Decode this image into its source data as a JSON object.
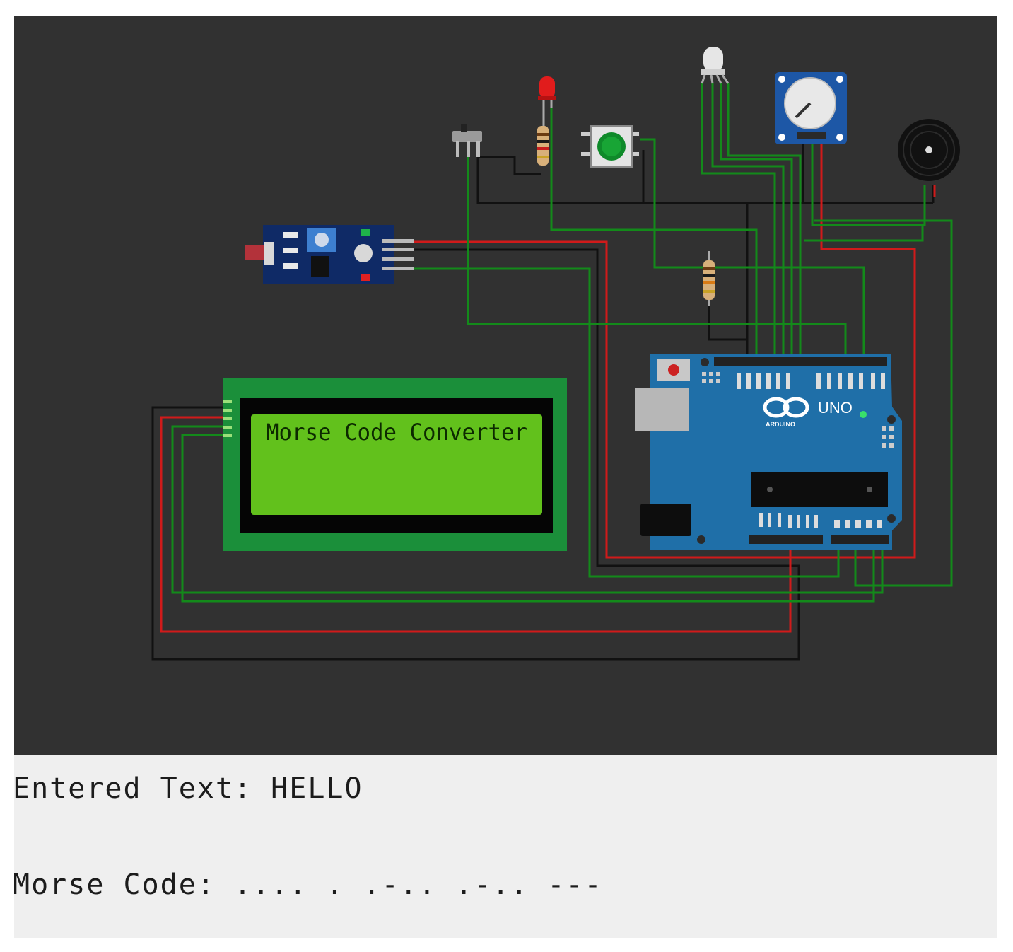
{
  "simulator": {
    "lcd": {
      "line1": "Morse Code Converter",
      "line2": ""
    },
    "arduino": {
      "logo_text": "UNO",
      "brand": "ARDUINO"
    },
    "components": [
      "slide-switch",
      "red-led",
      "pushbutton",
      "rgb-led",
      "potentiometer",
      "buzzer",
      "ir-sensor-module",
      "resistor",
      "lcd-2004",
      "arduino-uno"
    ],
    "colors": {
      "background": "#313131",
      "wire_red": "#d11a1a",
      "wire_green": "#138a1a",
      "wire_black": "#111111",
      "lcd_screen": "#62c11c",
      "lcd_board": "#1b8f3a",
      "arduino_board": "#1f6fa8",
      "sensor_board": "#0f2a66"
    }
  },
  "serial_monitor": {
    "entered_label": "Entered Text:",
    "entered_value": "HELLO",
    "morse_label": "Morse Code:",
    "morse_value": ".... . .-.. .-.. ---"
  }
}
